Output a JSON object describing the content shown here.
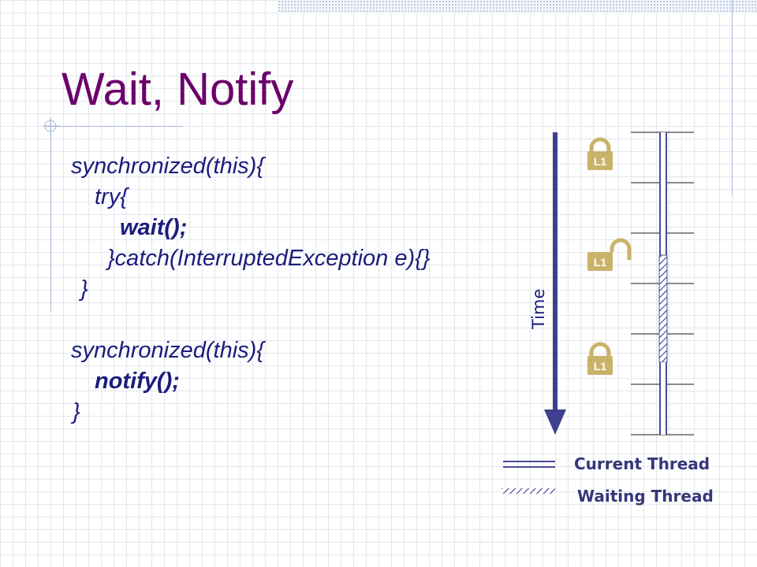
{
  "slide": {
    "title": "Wait, Notify",
    "code_lines": [
      "synchronized(this){",
      "try{",
      "wait();",
      "}catch(InterruptedException e){}",
      "}",
      "",
      "synchronized(this){",
      "notify();",
      "}"
    ]
  },
  "diagram": {
    "time_label": "Time",
    "locks": [
      {
        "label": "L1",
        "state": "closed"
      },
      {
        "label": "L1",
        "state": "open"
      },
      {
        "label": "L1",
        "state": "closed"
      }
    ],
    "legend": {
      "current_label": "Current Thread",
      "waiting_label": "Waiting Thread"
    }
  },
  "colors": {
    "title": "#6b006b",
    "code": "#1c1c7c",
    "arrow": "#3f3f8f",
    "lock_body": "#c9b26a",
    "lock_shackle": "#c9b26a",
    "legend_text": "#36367a",
    "thread_line": "#4a4a9a"
  }
}
